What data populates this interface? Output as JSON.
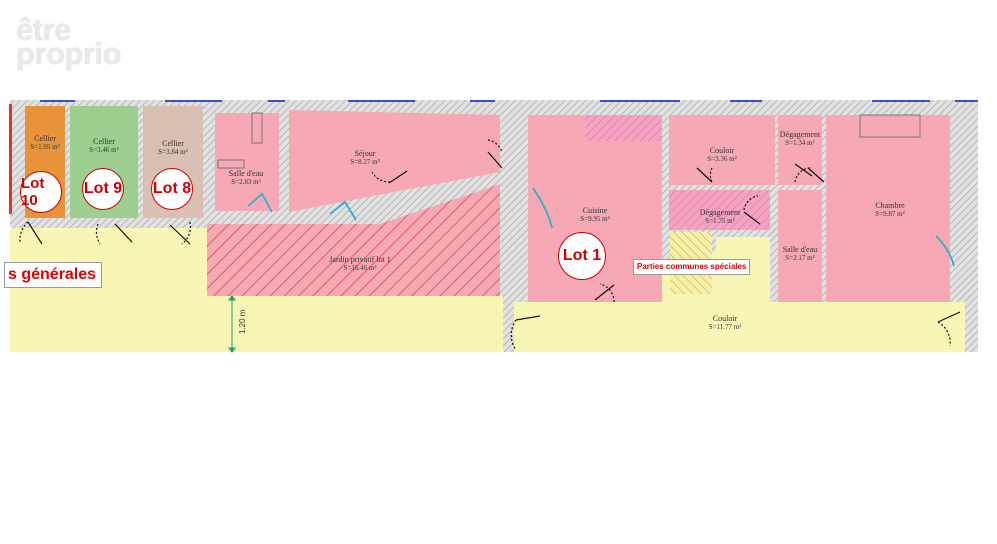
{
  "logo": {
    "line1": "être",
    "line2": "proprio"
  },
  "rooms": [
    {
      "id": "cellier-10",
      "title": "Cellier",
      "surface": "S=1.95 m²"
    },
    {
      "id": "cellier-9",
      "title": "Cellier",
      "surface": "S=3.46 m²"
    },
    {
      "id": "cellier-8",
      "title": "Cellier",
      "surface": "S=3.84 m²"
    },
    {
      "id": "salle-eau-1",
      "title": "Salle d'eau",
      "surface": "S=2.83 m²"
    },
    {
      "id": "sejour",
      "title": "Séjour",
      "surface": "S=8.27 m²"
    },
    {
      "id": "jardin",
      "title": "Jardin privatif lot 1",
      "surface": "S=16.46 m²"
    },
    {
      "id": "cuisine",
      "title": "Cuisine",
      "surface": "S=9.95 m²"
    },
    {
      "id": "couloir-1",
      "title": "Couloir",
      "surface": "S=3.36 m²"
    },
    {
      "id": "degagement-1",
      "title": "Dégagement",
      "surface": "S=1.75 m²"
    },
    {
      "id": "degagement-2",
      "title": "Dégagement",
      "surface": "S=1.34 m²"
    },
    {
      "id": "chambre",
      "title": "Chambre",
      "surface": "S=9.87 m²"
    },
    {
      "id": "salle-eau-2",
      "title": "Salle d'eau",
      "surface": "S=2.17 m²"
    },
    {
      "id": "couloir-2",
      "title": "Couloir",
      "surface": "S=11.77 m²"
    }
  ],
  "lots": [
    "Lot 10",
    "Lot 9",
    "Lot 8",
    "Lot 1"
  ],
  "banners": {
    "parties_generales": "s générales",
    "parties_speciales": "Parties communes spéciales"
  },
  "dimension": "1.20 m",
  "colors": {
    "pink": "#f6a9b4",
    "yellow": "#f8f6b4",
    "orange": "#e8923a",
    "green": "#9ccf90",
    "taupe": "#d9c0b3",
    "red_hatch": "#e66b6b",
    "wall": "#bdbdbd",
    "lot_red": "#cc0000"
  }
}
